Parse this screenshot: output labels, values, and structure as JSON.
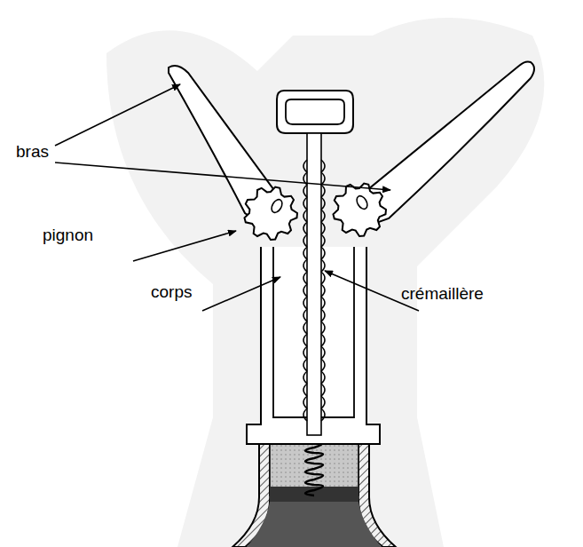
{
  "diagram": {
    "labels": [
      "bras",
      "pignon",
      "corps",
      "crémaillère"
    ]
  }
}
